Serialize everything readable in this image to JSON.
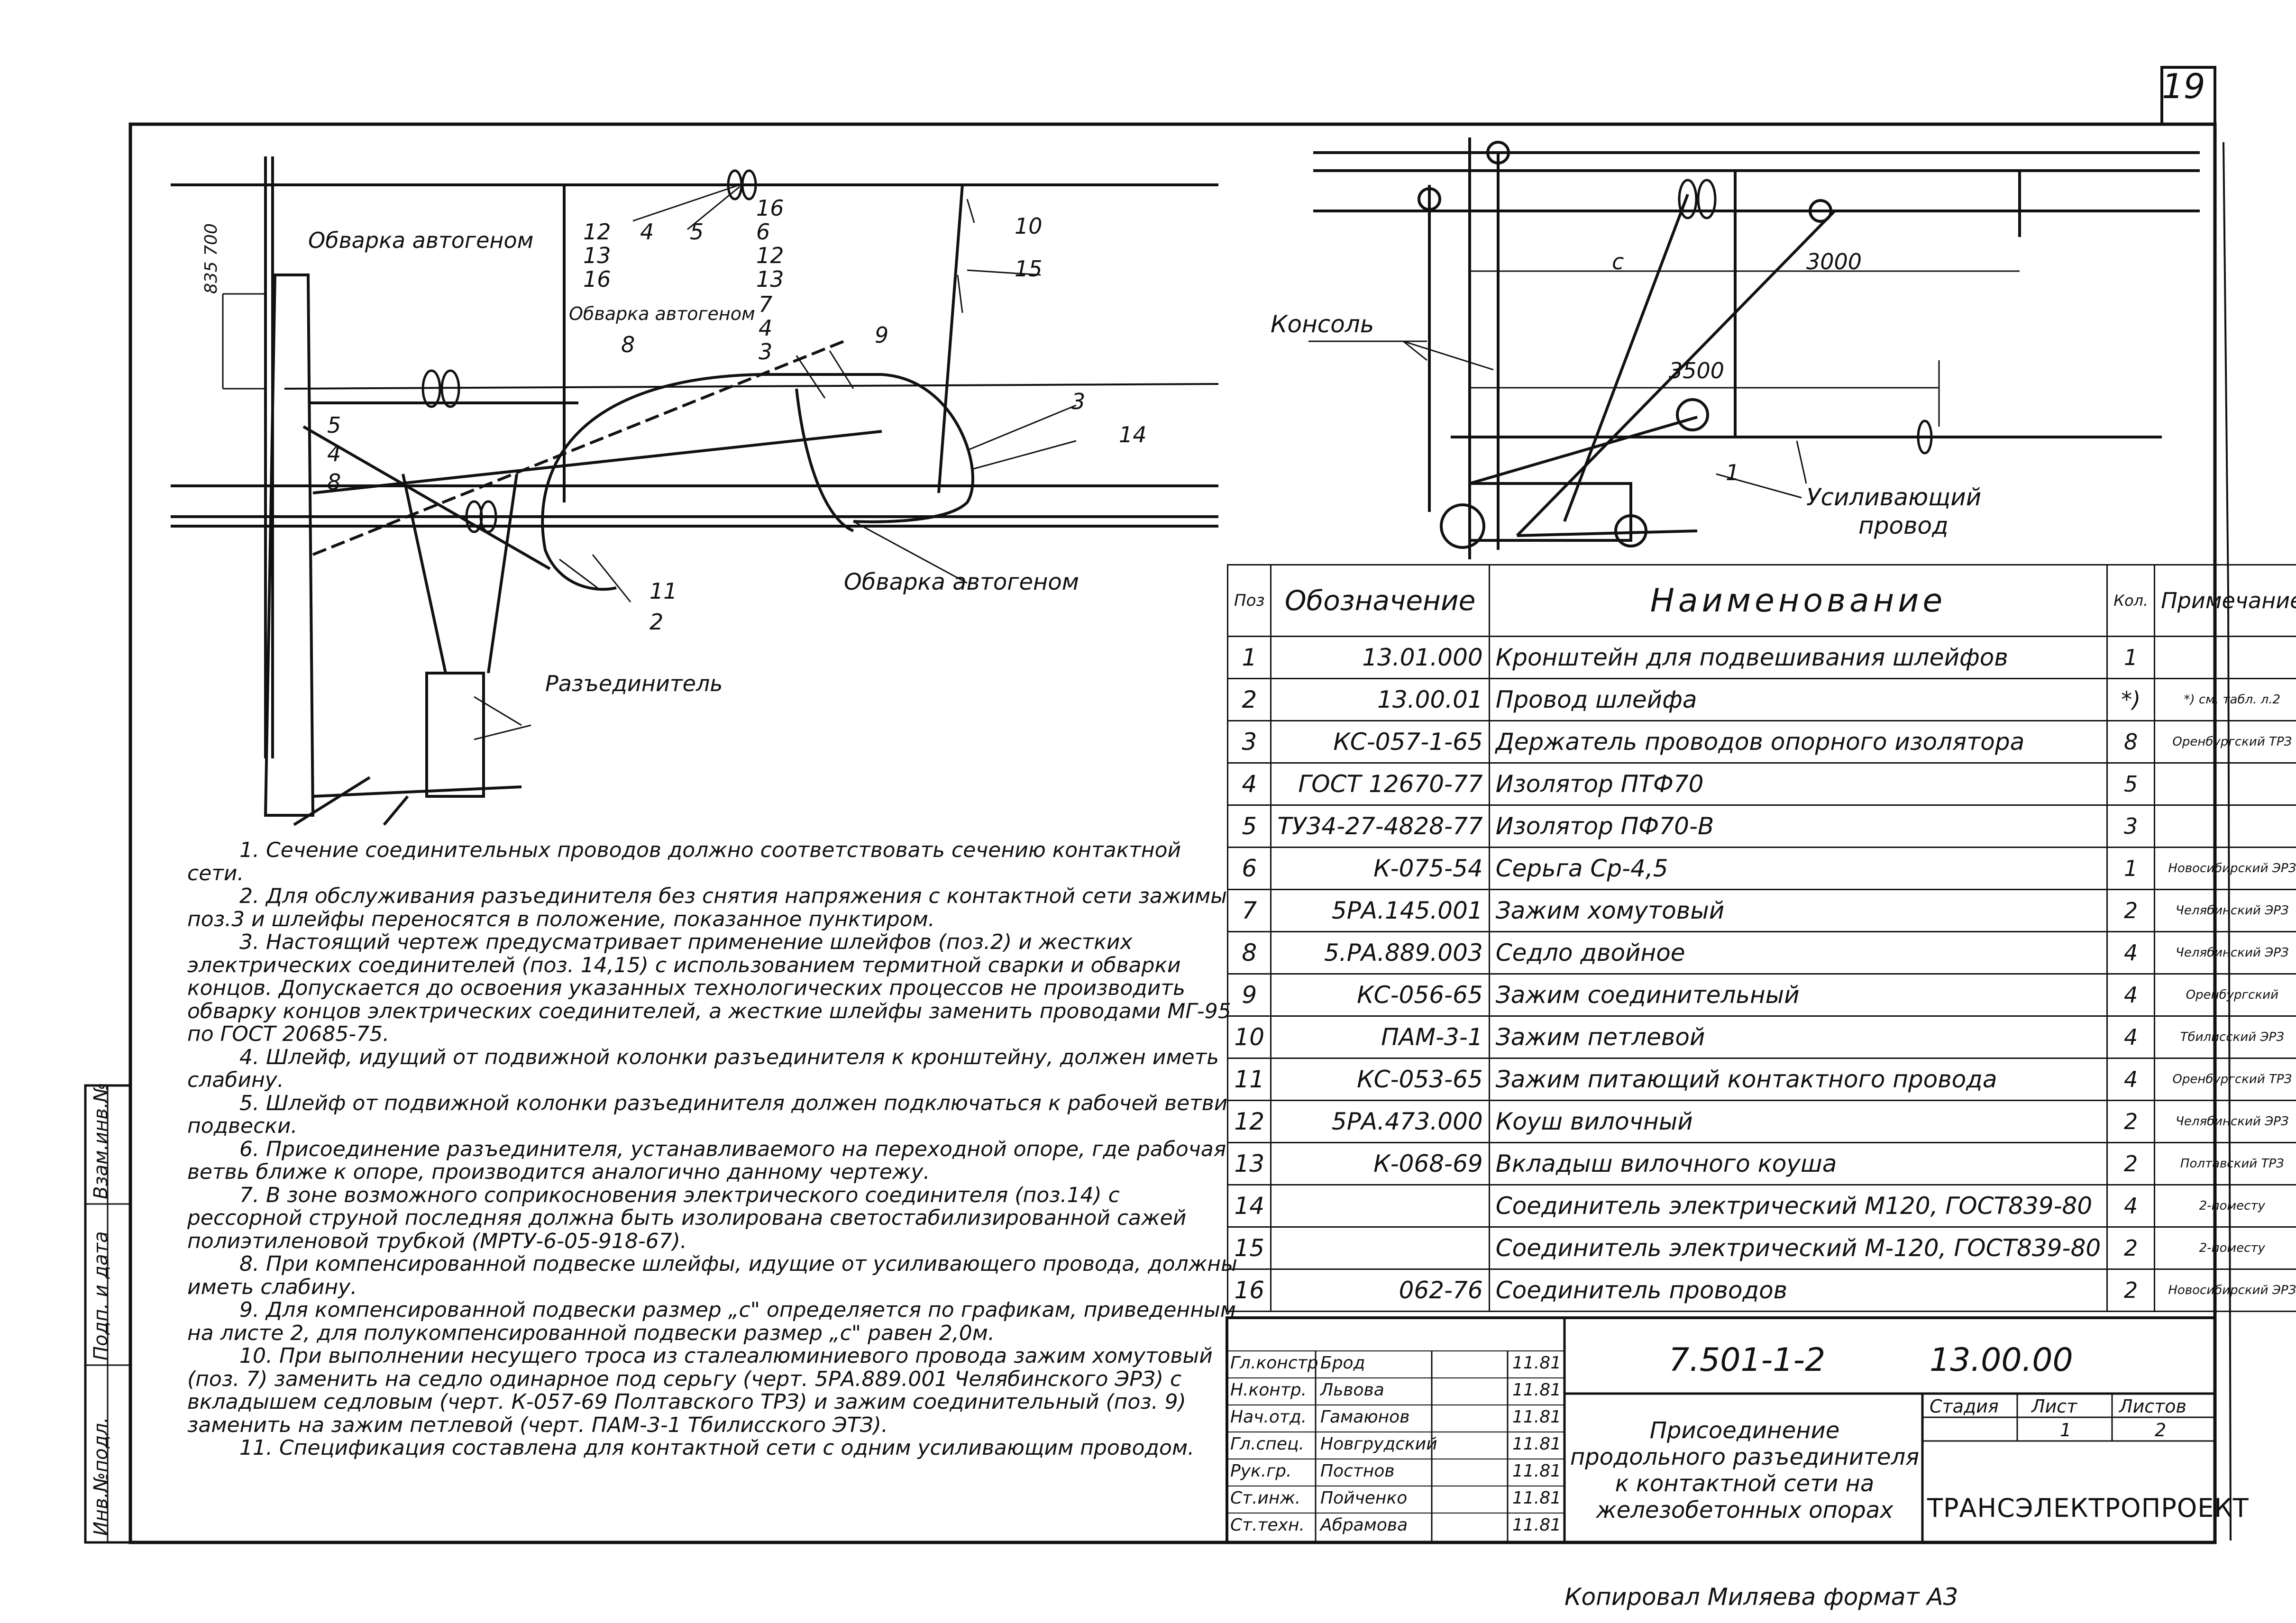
{
  "page_number": "19",
  "drawing": {
    "callouts_left": [
      "12",
      "13",
      "16",
      "4",
      "5",
      "16",
      "6",
      "12",
      "13",
      "10",
      "15",
      "7",
      "4",
      "3",
      "9",
      "3",
      "14",
      "5",
      "4",
      "8",
      "11",
      "2"
    ],
    "label_obvarka_1": "Обварка автогеном",
    "label_obvarka_2": "Обварка автогеном",
    "label_obvarka_3": "Обварка автогеном",
    "label_razedinitel": "Разъединитель",
    "label_8_left": "8",
    "dim_vertical": "835 700",
    "label_konsol": "Консоль",
    "dim_c": "с",
    "dim_3000": "3000",
    "dim_3500": "3500",
    "label_1_right": "1",
    "label_usilivayuschiy_1": "Усиливающий",
    "label_usilivayuschiy_2": "провод"
  },
  "notes": [
    "1. Сечение соединительных проводов должно соответствовать сечению контактной сети.",
    "2. Для обслуживания разъединителя без снятия напряжения с контактной сети зажимы поз.3 и шлейфы переносятся в положение, показанное пунктиром.",
    "3. Настоящий чертеж предусматривает применение шлейфов (поз.2) и жестких электрических соединителей (поз. 14,15) с использованием термитной сварки и обварки концов. Допускается до освоения указанных технологических процессов не производить обварку концов электрических соединителей, а жесткие шлейфы заменить проводами МГ-95 по ГОСТ 20685-75.",
    "4. Шлейф, идущий от подвижной колонки разъединителя к кронштейну, должен иметь слабину.",
    "5. Шлейф от подвижной колонки разъединителя должен подключаться к рабочей ветви подвески.",
    "6. Присоединение разъединителя, устанавливаемого на переходной опоре, где рабочая ветвь ближе к опоре, производится аналогично данному чертежу.",
    "7. В зоне возможного соприкосновения электрического соединителя (поз.14) с рессорной струной последняя должна быть изолирована светостабилизированной сажей полиэтиленовой трубкой (МРТУ-6-05-918-67).",
    "8. При компенсированной подвеске шлейфы, идущие от усиливающего провода, должны иметь слабину.",
    "9. Для компенсированной подвески размер „с\" определяется по графикам, приведенным на листе 2, для полукомпенсированной подвески размер „с\" равен 2,0м.",
    "10. При выполнении несущего троса из сталеалюминиевого провода зажим хомутовый (поз. 7) заменить на седло одинарное под серьгу (черт. 5РА.889.001 Челябинского ЭРЗ) с вкладышем седловым (черт. К-057-69 Полтавского ТРЗ) и зажим соединительный (поз. 9) заменить на зажим петлевой (черт. ПАМ-3-1 Тбилисского ЭТЗ).",
    "11. Спецификация составлена для контактной сети с одним усиливающим проводом."
  ],
  "spec_table": {
    "headers": [
      "Поз",
      "Обозначение",
      "Наименование",
      "Кол.",
      "Примечание"
    ],
    "rows": [
      [
        "1",
        "13.01.000",
        "Кронштейн для подвешивания шлейфов",
        "1",
        ""
      ],
      [
        "2",
        "13.00.01",
        "Провод шлейфа",
        "*)",
        "*) см. табл. л.2"
      ],
      [
        "3",
        "КС-057-1-65",
        "Держатель проводов опорного изолятора",
        "8",
        "Оренбургский ТРЗ"
      ],
      [
        "4",
        "ГОСТ 12670-77",
        "Изолятор ПТФ70",
        "5",
        ""
      ],
      [
        "5",
        "ТУ34-27-4828-77",
        "Изолятор ПФ70-В",
        "3",
        ""
      ],
      [
        "6",
        "К-075-54",
        "Серьга Ср-4,5",
        "1",
        "Новосибирский ЭРЗ"
      ],
      [
        "7",
        "5РА.145.001",
        "Зажим хомутовый",
        "2",
        "Челябинский ЭРЗ"
      ],
      [
        "8",
        "5.РА.889.003",
        "Седло двойное",
        "4",
        "Челябинский ЭРЗ"
      ],
      [
        "9",
        "КС-056-65",
        "Зажим соединительный",
        "4",
        "Оренбургский"
      ],
      [
        "10",
        "ПАМ-3-1",
        "Зажим петлевой",
        "4",
        "Тбилисский ЭРЗ"
      ],
      [
        "11",
        "КС-053-65",
        "Зажим питающий контактного провода",
        "4",
        "Оренбургский ТРЗ"
      ],
      [
        "12",
        "5РА.473.000",
        "Коуш вилочный",
        "2",
        "Челябинский ЭРЗ"
      ],
      [
        "13",
        "К-068-69",
        "Вкладыш вилочного коуша",
        "2",
        "Полтавский ТРЗ"
      ],
      [
        "14",
        "",
        "Соединитель электрический М120, ГОСТ839-80",
        "4",
        "2-поместу"
      ],
      [
        "15",
        "",
        "Соединитель электрический М-120, ГОСТ839-80",
        "2",
        "2-поместу"
      ],
      [
        "16",
        "062-76",
        "Соединитель проводов",
        "2",
        "Новосибирский ЭРЗ"
      ]
    ]
  },
  "title_block": {
    "signers": [
      {
        "role": "Гл.констр",
        "name": "Брод",
        "date": "11.81"
      },
      {
        "role": "Н.контр.",
        "name": "Львова",
        "date": "11.81"
      },
      {
        "role": "Нач.отд.",
        "name": "Гамаюнов",
        "date": "11.81"
      },
      {
        "role": "Гл.спец.",
        "name": "Новгрудский",
        "date": "11.81"
      },
      {
        "role": "Рук.гр.",
        "name": "Постнов",
        "date": "11.81"
      },
      {
        "role": "Ст.инж.",
        "name": "Пойченко",
        "date": "11.81"
      },
      {
        "role": "Ст.техн.",
        "name": "Абрамова",
        "date": "11.81"
      }
    ],
    "code": "7.501-1-2",
    "sheet_code": "13.00.00",
    "title": "Присоединение продольного разъединителя к контактной сети на железобетонных опорах",
    "stage_label": "Стадия",
    "sheet_label": "Лист",
    "sheets_label": "Листов",
    "sheet_value": "1",
    "sheets_value": "2",
    "organization": "ТРАНСЭЛЕКТРОПРОЕКТ"
  },
  "side_stamps": [
    "Инв.№подл.",
    "Подп. и дата",
    "Взам.инв.№"
  ],
  "footer_text": "Копировал Миляева   формат А3"
}
